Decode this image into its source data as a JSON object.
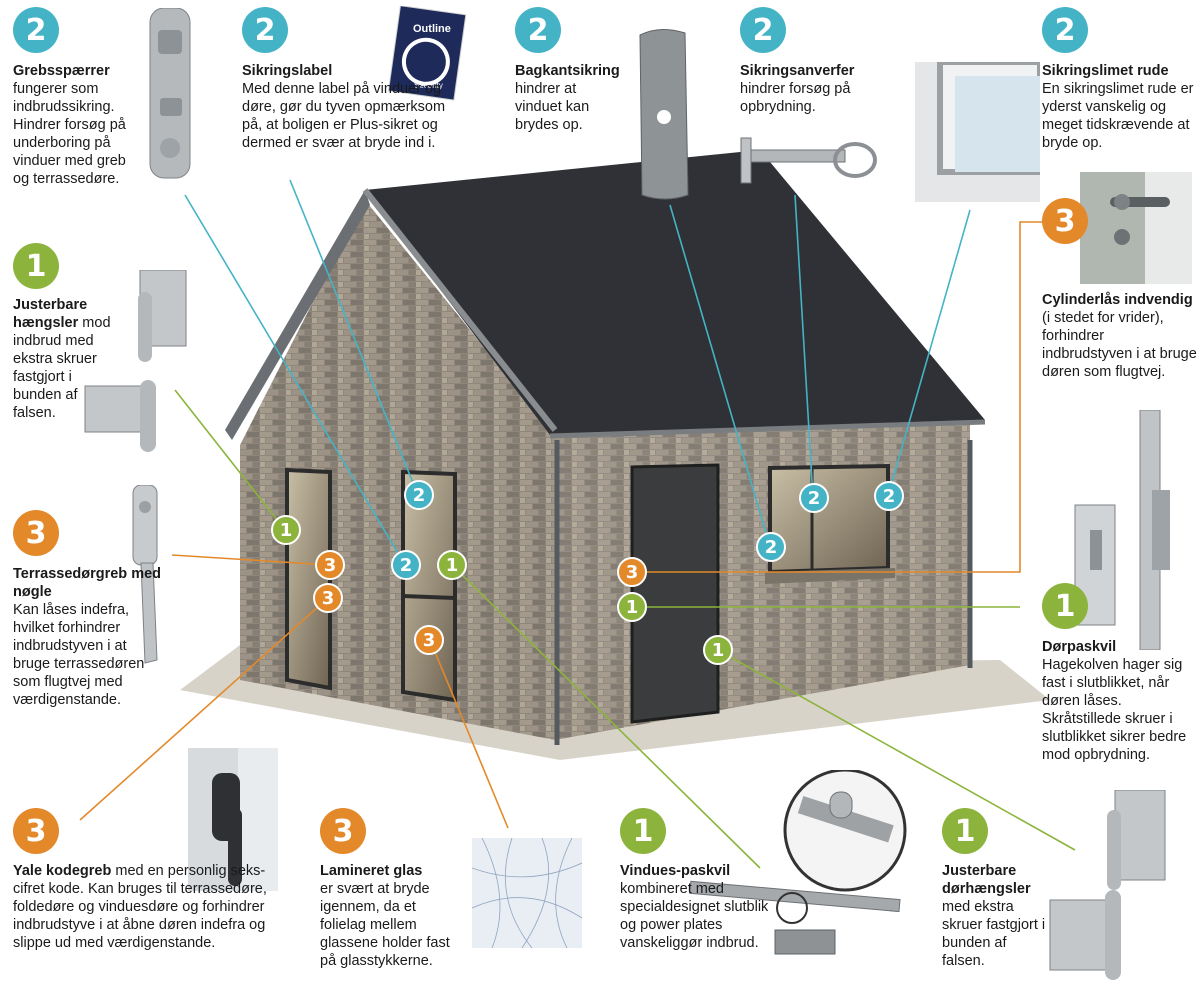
{
  "colors": {
    "level1": "#8cb43c",
    "level2": "#45b3c6",
    "level3": "#e3892a",
    "roof": "#2f3136",
    "brick": "#8a8278",
    "ground": "#d6d1c7"
  },
  "badge_icons": {
    "level1": "1",
    "level2": "2",
    "level3": "3"
  },
  "label_logo": {
    "brand": "Outline",
    "sub": "Security"
  },
  "callouts": {
    "grebsspaerrer": {
      "level": "2",
      "title": "Grebsspærrer",
      "text": "fungerer som indbrudssikring. Hindrer forsøg på underboring på vinduer med greb og terrassedøre."
    },
    "sikringslabel": {
      "level": "2",
      "title": "Sikringslabel",
      "text": "Med denne label på vinduer og døre, gør du tyven opmærksom på, at boligen er Plus-sikret og dermed er svær at bryde ind i."
    },
    "bagkantsikring": {
      "level": "2",
      "title": "Bagkantsikring",
      "text": "hindrer at vinduet kan brydes op."
    },
    "sikringsanverfer": {
      "level": "2",
      "title": "Sikringsanverfer",
      "text": "hindrer forsøg på opbrydning."
    },
    "sikringslimet_rude": {
      "level": "2",
      "title": "Sikringslimet rude",
      "text": "En sikringslimet rude er yderst vanskelig og meget tidskrævende at bryde op."
    },
    "justerbare_haengsler": {
      "level": "1",
      "title": "Justerbare hængsler",
      "text": "mod indbrud med ekstra skruer fastgjort i bunden af falsen."
    },
    "cylinderlaas": {
      "level": "3",
      "title": "Cylinderlås indvendig",
      "text": "(i stedet for vrider), forhindrer indbrudstyven i at bruge døren som flugtvej."
    },
    "terrassedoergreb": {
      "level": "3",
      "title": "Terrassedørgreb med nøgle",
      "text": "Kan låses indefra, hvilket forhindrer indbrudstyven i at bruge terrassedøren som flugtvej med værdigenstande."
    },
    "doerpaskvil": {
      "level": "1",
      "title": "Dørpaskvil",
      "text": "Hagekolven hager sig fast i slutblikket, når døren låses. Skråtstillede skruer i slutblikket sikrer bedre mod opbrydning."
    },
    "yale_kodegreb": {
      "level": "3",
      "title": "Yale kodegreb",
      "text": "med en personlig seks-cifret kode. Kan bruges til terrassedøre, foldedøre og vinduesdøre og forhindrer indbrudstyve i at åbne døren indefra og slippe ud med værdigenstande."
    },
    "lamineret_glas": {
      "level": "3",
      "title": "Lamineret glas",
      "text": "er svært at bryde igennem, da et folielag mellem glassene holder fast på glasstykkerne."
    },
    "vinduespaskvil": {
      "level": "1",
      "title": "Vindues-paskvil",
      "text": "kombineret med specialdesignet slutblik og power plates vanskeliggør indbrud."
    },
    "justerbare_doerhaengsler": {
      "level": "1",
      "title": "Justerbare dørhængsler",
      "text": "med ekstra skruer fastgjort i bunden af falsen."
    }
  },
  "markers": [
    {
      "level": "2",
      "callout": "grebsspaerrer"
    },
    {
      "level": "2",
      "callout": "sikringslabel"
    },
    {
      "level": "2",
      "callout": "bagkantsikring"
    },
    {
      "level": "2",
      "callout": "sikringsanverfer"
    },
    {
      "level": "2",
      "callout": "sikringslimet_rude"
    },
    {
      "level": "1",
      "callout": "justerbare_haengsler"
    },
    {
      "level": "3",
      "callout": "terrassedoergreb"
    },
    {
      "level": "3",
      "callout": "yale_kodegreb"
    },
    {
      "level": "1",
      "callout": "vinduespaskvil"
    },
    {
      "level": "3",
      "callout": "lamineret_glas"
    },
    {
      "level": "3",
      "callout": "cylinderlaas"
    },
    {
      "level": "1",
      "callout": "doerpaskvil"
    },
    {
      "level": "1",
      "callout": "justerbare_doerhaengsler"
    }
  ]
}
